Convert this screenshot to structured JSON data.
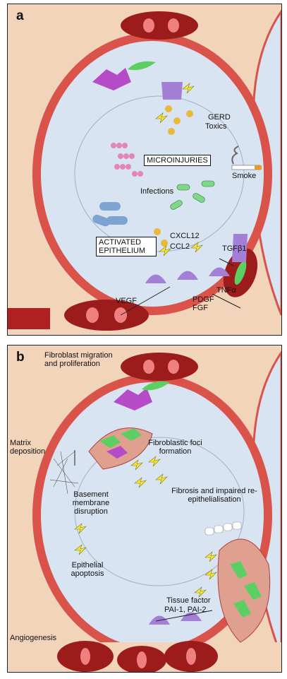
{
  "panel_a": {
    "letter": "a",
    "labels": {
      "gerd": "GERD",
      "toxics": "Toxics",
      "microinjuries": "MICROINJURIES",
      "smoke": "Smoke",
      "infections": "Infections",
      "activated_epithelium": "ACTIVATED EPITHELIUM",
      "cxcl12": "CXCL12",
      "ccl2": "CCL2",
      "tgfb1": "TGFβ1",
      "tnfa": "TNFα",
      "vegf": "VEGF",
      "pdgf": "PDGF",
      "fgf": "FGF"
    }
  },
  "panel_b": {
    "letter": "b",
    "labels": {
      "fibroblast_migration": "Fibroblast migration and proliferation",
      "matrix_deposition": "Matrix deposition",
      "fibroblastic_foci": "Fibroblastic foci formation",
      "basement_membrane": "Basement membrane disruption",
      "fibrosis": "Fibrosis and impaired re-epithelialisation",
      "epithelial_apoptosis": "Epithelial apoptosis",
      "tissue_factor": "Tissue factor",
      "pai": "PAI-1, PAI-2",
      "angiogenesis": "Angiogenesis"
    }
  },
  "colors": {
    "interstitium": "#f2d4bb",
    "alveolar_wall": "#d9534b",
    "lumen": "#d9e4f2",
    "vessel": "#9c1b1b",
    "fibroblast": "#5ccf62",
    "macrophage": "#b54bc7",
    "epithelial_cell": "#a47fd6",
    "bolt": "#f6e63a",
    "chemokine": "#e8b93a",
    "bacteria_pink": "#e385b7",
    "bacteria_green": "#7fd88a",
    "bacteria_blue": "#7da4d1"
  }
}
